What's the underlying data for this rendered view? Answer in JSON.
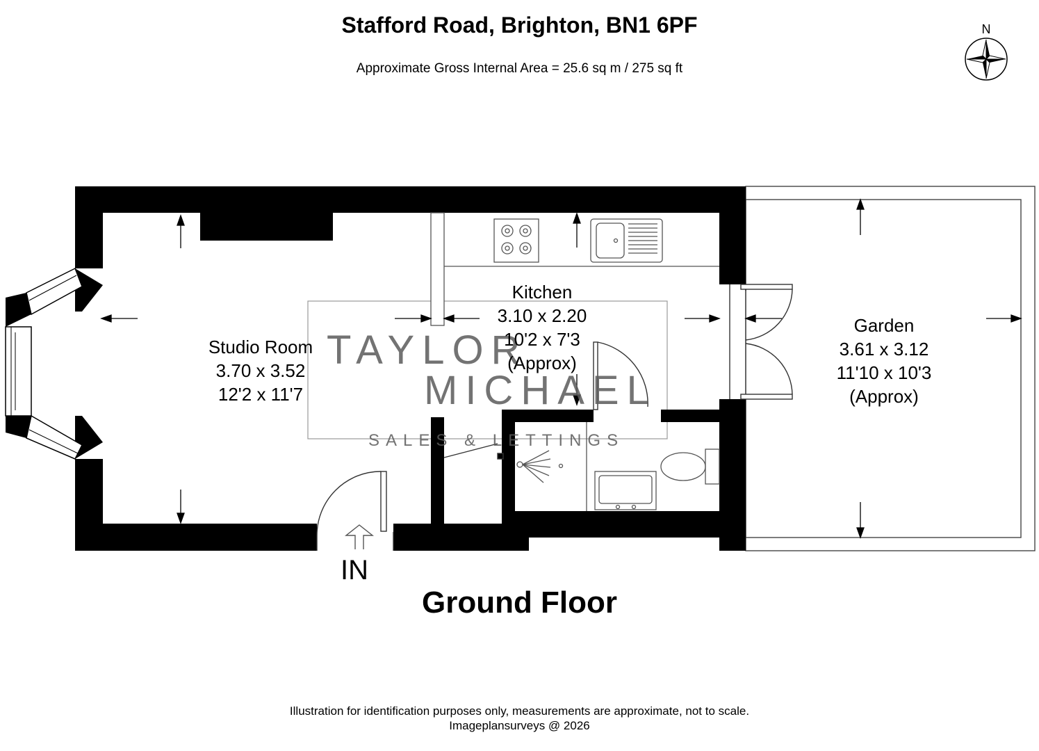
{
  "header": {
    "title": "Stafford Road, Brighton, BN1 6PF",
    "area": "Approximate Gross Internal Area = 25.6 sq m / 275 sq ft"
  },
  "compass": {
    "label": "N"
  },
  "rooms": {
    "studio": {
      "name": "Studio Room",
      "metric": "3.70 x 3.52",
      "imperial": "12'2 x 11'7"
    },
    "kitchen": {
      "name": "Kitchen",
      "metric": "3.10 x 2.20",
      "imperial": "10'2 x 7'3",
      "note": "(Approx)"
    },
    "garden": {
      "name": "Garden",
      "metric": "3.61 x 3.12",
      "imperial": "11'10 x 10'3",
      "note": "(Approx)"
    }
  },
  "entrance": {
    "label": "IN"
  },
  "floor": {
    "label": "Ground Floor"
  },
  "watermark": {
    "line1": "TAYLOR",
    "line2": "MICHAEL",
    "line3": "SALES & LETTINGS"
  },
  "footer": {
    "disclaimer": "Illustration for identification purposes only, measurements are approximate, not to scale.",
    "credit": "Imageplansurveys @ 2026"
  },
  "colors": {
    "wall": "#000000",
    "line": "#555555",
    "watermark": "#5a5a5a"
  }
}
